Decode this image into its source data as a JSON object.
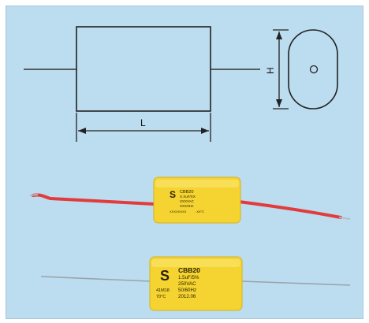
{
  "diagram": {
    "length_label": "L",
    "height_label": "H"
  },
  "capacitor_top": {
    "brand_mark": "S",
    "lines": [
      "CBB20",
      "X.XuF/XX",
      "XXXVAC",
      "XXXXHz",
      "XXXXXXXX",
      "-XX°C"
    ]
  },
  "capacitor_bottom": {
    "brand_mark": "S",
    "model": "CBB20",
    "lines": [
      "1.5uF/5%",
      "250VAC",
      "50/60Hz",
      "2012.06"
    ],
    "side_lines": [
      "41M18",
      "70°C"
    ]
  },
  "colors": {
    "background": "#bcdcef",
    "capacitor_body": "#f5d431",
    "lead_wire_red": "#e23b3b",
    "lead_wire_silver": "#9aa3aa"
  }
}
